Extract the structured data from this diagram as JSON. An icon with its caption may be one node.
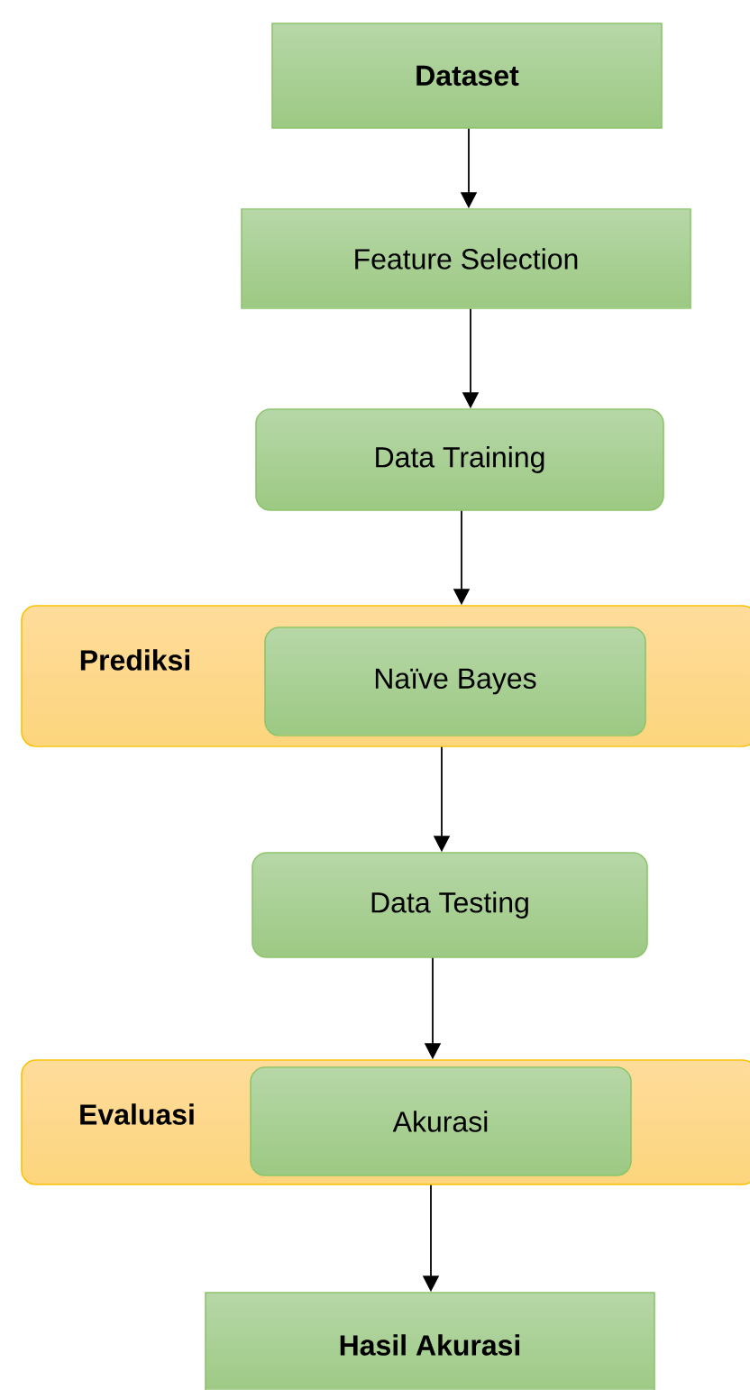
{
  "diagram": {
    "nodes": [
      {
        "text": [
          "Dataset"
        ]
      },
      {
        "text": [
          "Feature Selection"
        ]
      },
      {
        "text": [
          "Data Training"
        ]
      },
      {
        "text": [
          "Prediksi"
        ]
      },
      {
        "text": [
          "Naïve Bayes"
        ],
        "in": 3
      },
      {
        "text": [
          "Data Testing"
        ]
      },
      {
        "text": [
          "Evaluasi"
        ]
      },
      {
        "text": [
          "Akurasi"
        ],
        "in": 6
      },
      {
        "text": [
          "Hasil Akurasi"
        ]
      }
    ],
    "edges": [
      {
        "from": 0,
        "to": 1,
        "arrow": "to"
      },
      {
        "from": 1,
        "to": 2,
        "arrow": "to"
      },
      {
        "from": 2,
        "to": 3,
        "arrow": "to"
      },
      {
        "from": 3,
        "to": 5,
        "arrow": "to"
      },
      {
        "from": 5,
        "to": 6,
        "arrow": "to"
      },
      {
        "from": 6,
        "to": 8,
        "arrow": "to"
      }
    ]
  }
}
